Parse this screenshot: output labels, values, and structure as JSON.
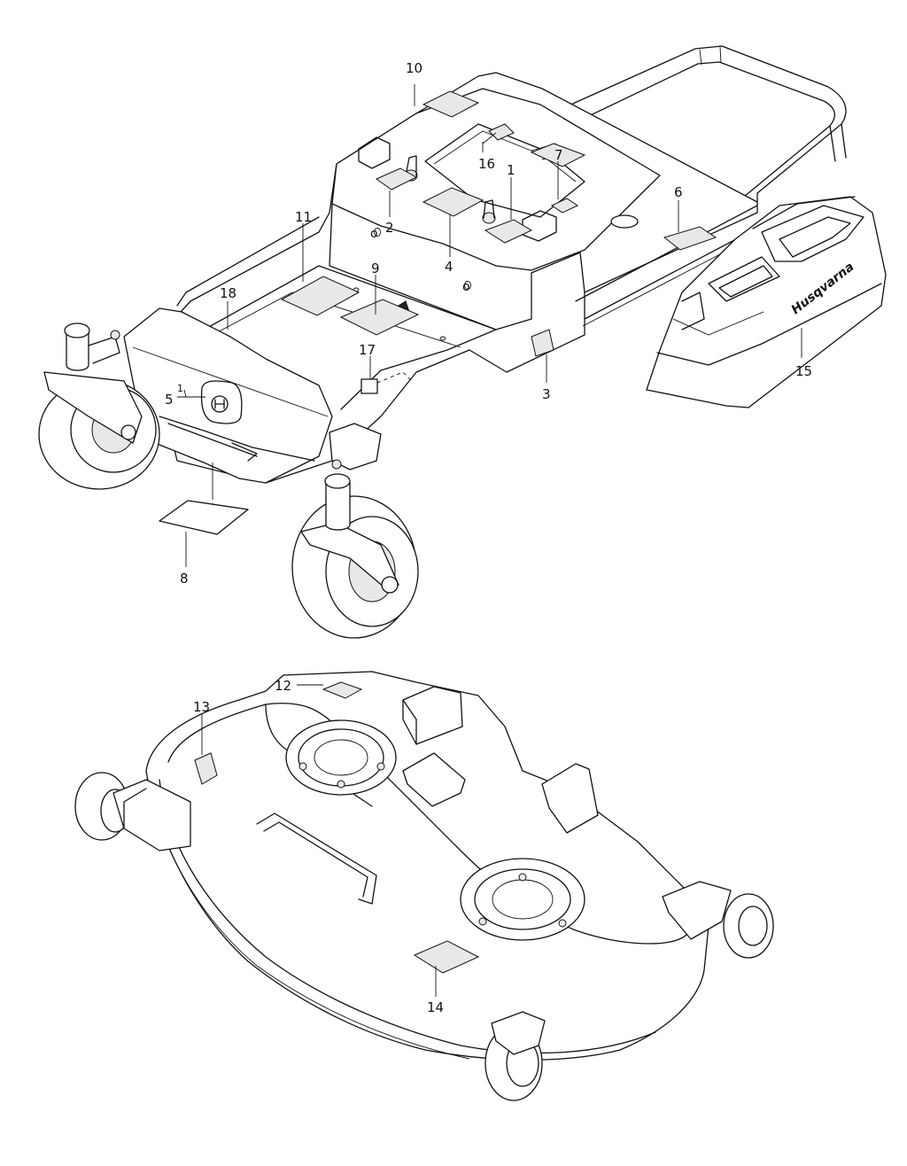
{
  "brand": {
    "logo_text": "Husqvarna"
  },
  "callouts": [
    {
      "id": "c10",
      "label": "10"
    },
    {
      "id": "c16",
      "label": "16"
    },
    {
      "id": "c7",
      "label": "7"
    },
    {
      "id": "c1a",
      "label": "1"
    },
    {
      "id": "c2",
      "label": "2"
    },
    {
      "id": "c4",
      "label": "4"
    },
    {
      "id": "c11",
      "label": "11"
    },
    {
      "id": "c6",
      "label": "6"
    },
    {
      "id": "c18",
      "label": "18"
    },
    {
      "id": "c9",
      "label": "9"
    },
    {
      "id": "c15",
      "label": "15"
    },
    {
      "id": "c17",
      "label": "17"
    },
    {
      "id": "c3",
      "label": "3"
    },
    {
      "id": "c1b",
      "label": "1"
    },
    {
      "id": "c5",
      "label": "5"
    },
    {
      "id": "c8",
      "label": "8"
    },
    {
      "id": "c12",
      "label": "12"
    },
    {
      "id": "c13",
      "label": "13"
    },
    {
      "id": "c14",
      "label": "14"
    }
  ],
  "colors": {
    "line": "#111111",
    "background": "#ffffff"
  }
}
